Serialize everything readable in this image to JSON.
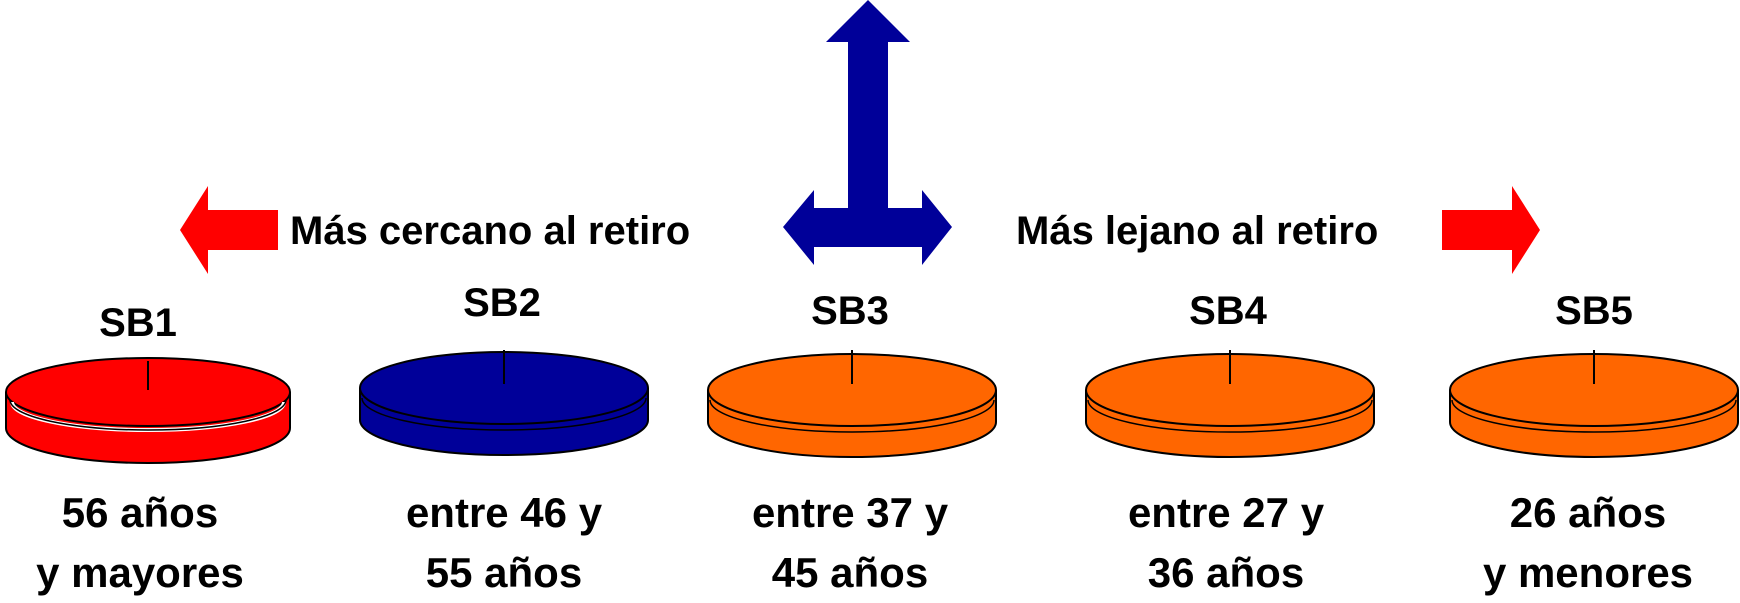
{
  "direction": {
    "left_label": "Más cercano al retiro",
    "right_label": "Más lejano al retiro"
  },
  "colors": {
    "red": "#ff0000",
    "navy": "#000099",
    "orange": "#ff6600",
    "outline": "#000000"
  },
  "icons": {
    "left_arrow": "left-arrow-icon",
    "right_arrow": "right-arrow-icon",
    "center_arrow": "up-left-right-arrow-icon",
    "disk": "disk-icon"
  },
  "funds": [
    {
      "id": "SB1",
      "label": "SB1",
      "color": "red",
      "line1": "56 años",
      "line2": "y mayores"
    },
    {
      "id": "SB2",
      "label": "SB2",
      "color": "navy",
      "line1": "entre 46 y",
      "line2": "55 años"
    },
    {
      "id": "SB3",
      "label": "SB3",
      "color": "orange",
      "line1": "entre 37 y",
      "line2": "45 años"
    },
    {
      "id": "SB4",
      "label": "SB4",
      "color": "orange",
      "line1": "entre 27 y",
      "line2": "36 años"
    },
    {
      "id": "SB5",
      "label": "SB5",
      "color": "orange",
      "line1": "26 años",
      "line2": "y menores"
    }
  ]
}
